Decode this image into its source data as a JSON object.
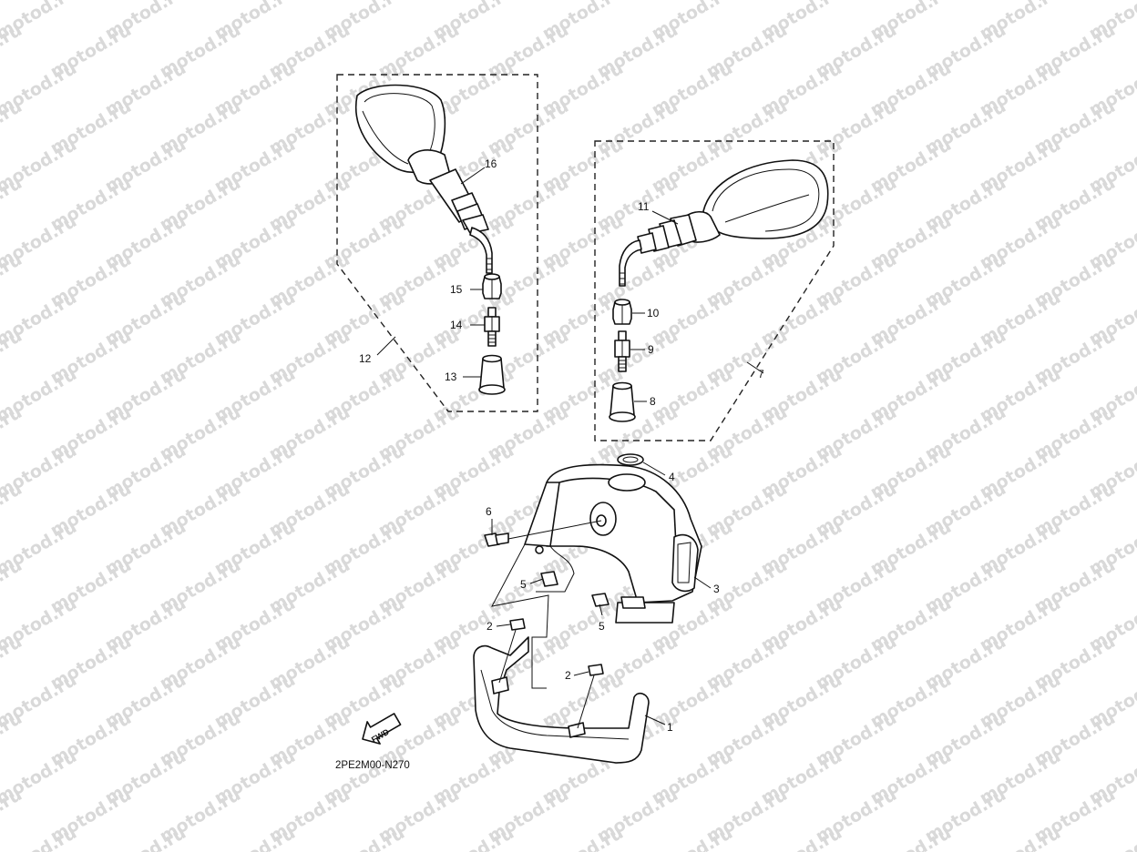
{
  "watermark": "motod.ru",
  "diagram_code": "2PE2M00-N270",
  "fwd_label": "FWD",
  "callouts": [
    {
      "id": "c1",
      "text": "1"
    },
    {
      "id": "c2a",
      "text": "2"
    },
    {
      "id": "c2b",
      "text": "2"
    },
    {
      "id": "c3",
      "text": "3"
    },
    {
      "id": "c4",
      "text": "4"
    },
    {
      "id": "c5a",
      "text": "5"
    },
    {
      "id": "c5b",
      "text": "5"
    },
    {
      "id": "c6",
      "text": "6"
    },
    {
      "id": "c7",
      "text": "7"
    },
    {
      "id": "c8",
      "text": "8"
    },
    {
      "id": "c9",
      "text": "9"
    },
    {
      "id": "c10",
      "text": "10"
    },
    {
      "id": "c11",
      "text": "11"
    },
    {
      "id": "c12",
      "text": "12"
    },
    {
      "id": "c13",
      "text": "13"
    },
    {
      "id": "c14",
      "text": "14"
    },
    {
      "id": "c15",
      "text": "15"
    },
    {
      "id": "c16",
      "text": "16"
    }
  ]
}
